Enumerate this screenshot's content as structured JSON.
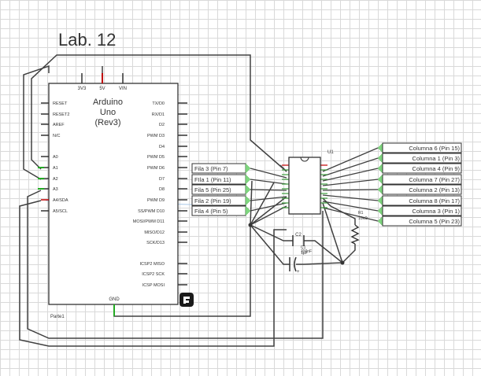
{
  "title": "Lab. 12",
  "arduino": {
    "name_line1": "Arduino",
    "name_line2": "Uno",
    "name_line3": "(Rev3)",
    "top_pins": [
      "3V3",
      "5V",
      "VIN"
    ],
    "left_pins": [
      "RESET",
      "RESET2",
      "AREF",
      "N/C",
      "A0",
      "A1",
      "A2",
      "A3",
      "A4/SDA",
      "A5/SCL"
    ],
    "right_pins": [
      "TX/D0",
      "RX/D1",
      "D2",
      "PWM D3",
      "D4",
      "PWM D5",
      "PWM D6",
      "D7",
      "D8",
      "PWM D9",
      "SS/PWM D10",
      "MOSI/PWM D11",
      "MISO/D12",
      "SCK/D13",
      "ICSP2 MISO",
      "ICSP2 SCK",
      "ICSP MOSI"
    ],
    "gnd_label": "GND",
    "part_label": "Parte1"
  },
  "chip_label": "U1",
  "row_labels": [
    "Fila 3 (Pin 7)",
    "FIla 1 (Pin 11)",
    "Fila 5 (Pin 25)",
    "Fila 2 (Pin 19)",
    "Fila 4 (Pin 5)"
  ],
  "column_labels": [
    "Columna 6 (Pin 15)",
    "Columna 1 (Pin 3)",
    "Columna 4 (Pin 9)",
    "Columna 7 (Pin 27)",
    "Columna 2 (Pin 13)",
    "Columna 8 (Pin 17)",
    "Columna 3 (Pin 1)",
    "Columna 5 (Pin 23)"
  ],
  "c2": {
    "name": "C2",
    "value": "100nF"
  },
  "c1": {
    "name": "C1",
    "value": "1µF"
  },
  "r1": {
    "name": "R1",
    "value": "10kΩ"
  },
  "colors": {
    "wire": "#404040",
    "pin_red": "#c00000",
    "connector": "#7fd67f",
    "ground": "#22aa22",
    "signal": "#a8c8e8"
  }
}
